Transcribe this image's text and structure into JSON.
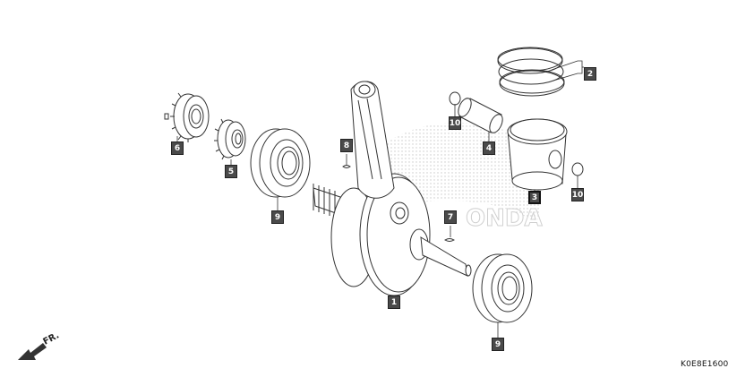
{
  "parts": [
    {
      "id": "1",
      "label": "1"
    },
    {
      "id": "2",
      "label": "2"
    },
    {
      "id": "3",
      "label": "3"
    },
    {
      "id": "4",
      "label": "4"
    },
    {
      "id": "5",
      "label": "5"
    },
    {
      "id": "6",
      "label": "6"
    },
    {
      "id": "7",
      "label": "7"
    },
    {
      "id": "8",
      "label": "8"
    },
    {
      "id": "9a",
      "label": "9"
    },
    {
      "id": "9b",
      "label": "9"
    },
    {
      "id": "10a",
      "label": "10"
    },
    {
      "id": "10b",
      "label": "10"
    }
  ],
  "front_label": "FR.",
  "diagram_code": "K0E8E1600",
  "colors": {
    "ink": "#333333",
    "callout_bg": "#4a4a4a",
    "watermark": "#d9d9d9"
  }
}
